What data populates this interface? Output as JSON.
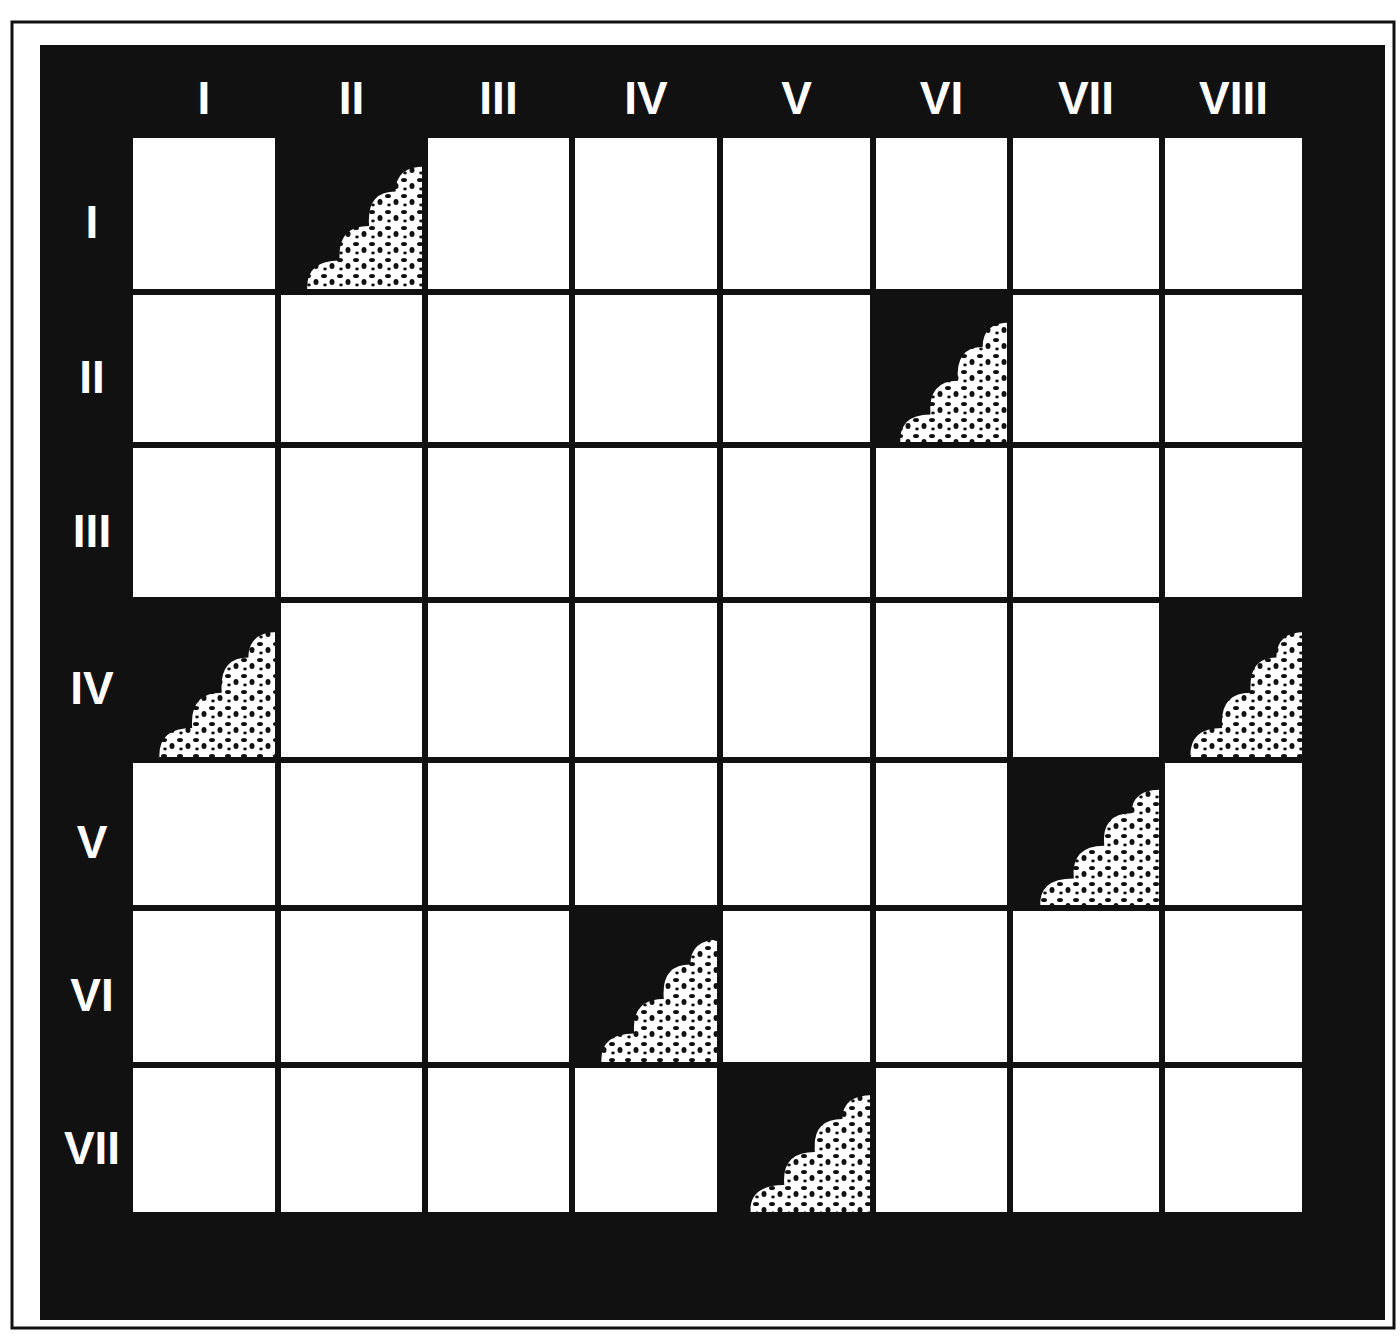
{
  "diagram": {
    "labels": [
      "I",
      "II",
      "III",
      "IV",
      "V",
      "VI",
      "VII",
      "VIII",
      "I",
      "II",
      "III",
      "IV",
      "V",
      "VI",
      "VII"
    ]
  }
}
